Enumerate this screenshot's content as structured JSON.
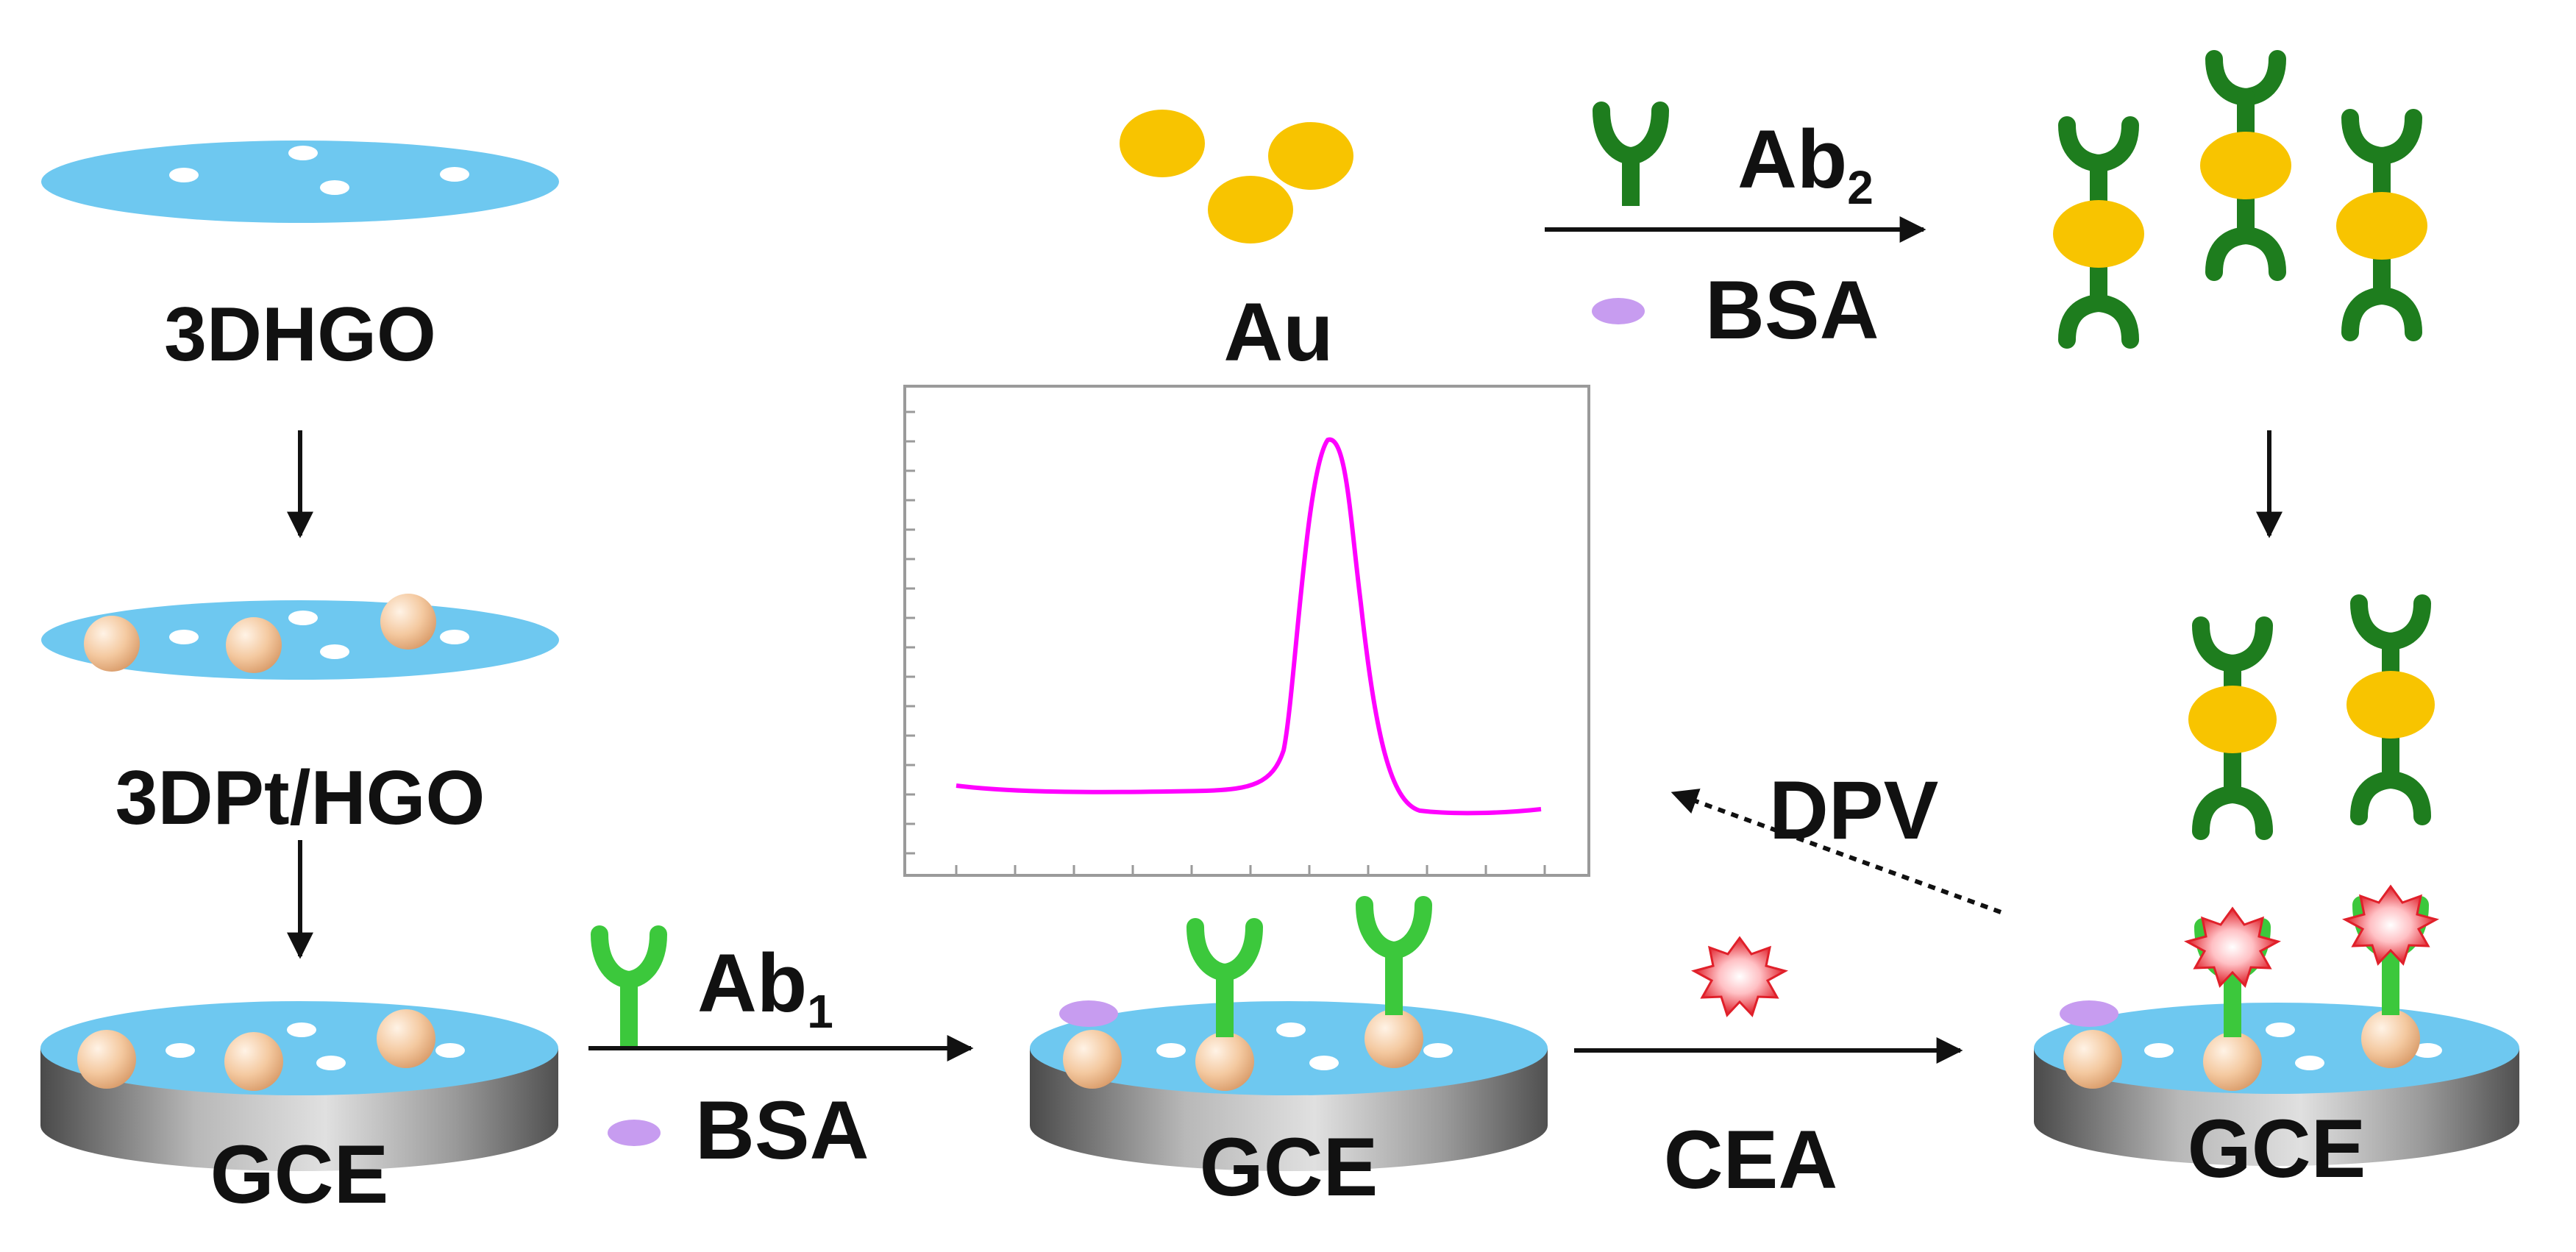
{
  "labels": {
    "hgo": "3DHGO",
    "pt_hgo": "3DPt/HGO",
    "gce": "GCE",
    "au": "Au",
    "ab1_main": "Ab",
    "ab1_sub": "1",
    "ab2_main": "Ab",
    "ab2_sub": "2",
    "bsa": "BSA",
    "cea": "CEA",
    "dpv": "DPV"
  },
  "colors": {
    "sheet": "#6ec8f0",
    "pore": "#ffffff",
    "pt_particle": "#f3c9a0",
    "au_particle": "#f8c400",
    "antibody_ab1": "#3cc83c",
    "antibody_ab2": "#1e7d1e",
    "bsa": "#c79cf0",
    "cea": "#e0202a",
    "curve": "#ff00ff",
    "electrode_body": "#8a8a8a"
  },
  "icons": [
    "antibody-icon",
    "bsa-icon",
    "cea-antigen-icon",
    "gold-nanoparticle-icon",
    "pt-nanoparticle-icon",
    "electrode-icon"
  ]
}
